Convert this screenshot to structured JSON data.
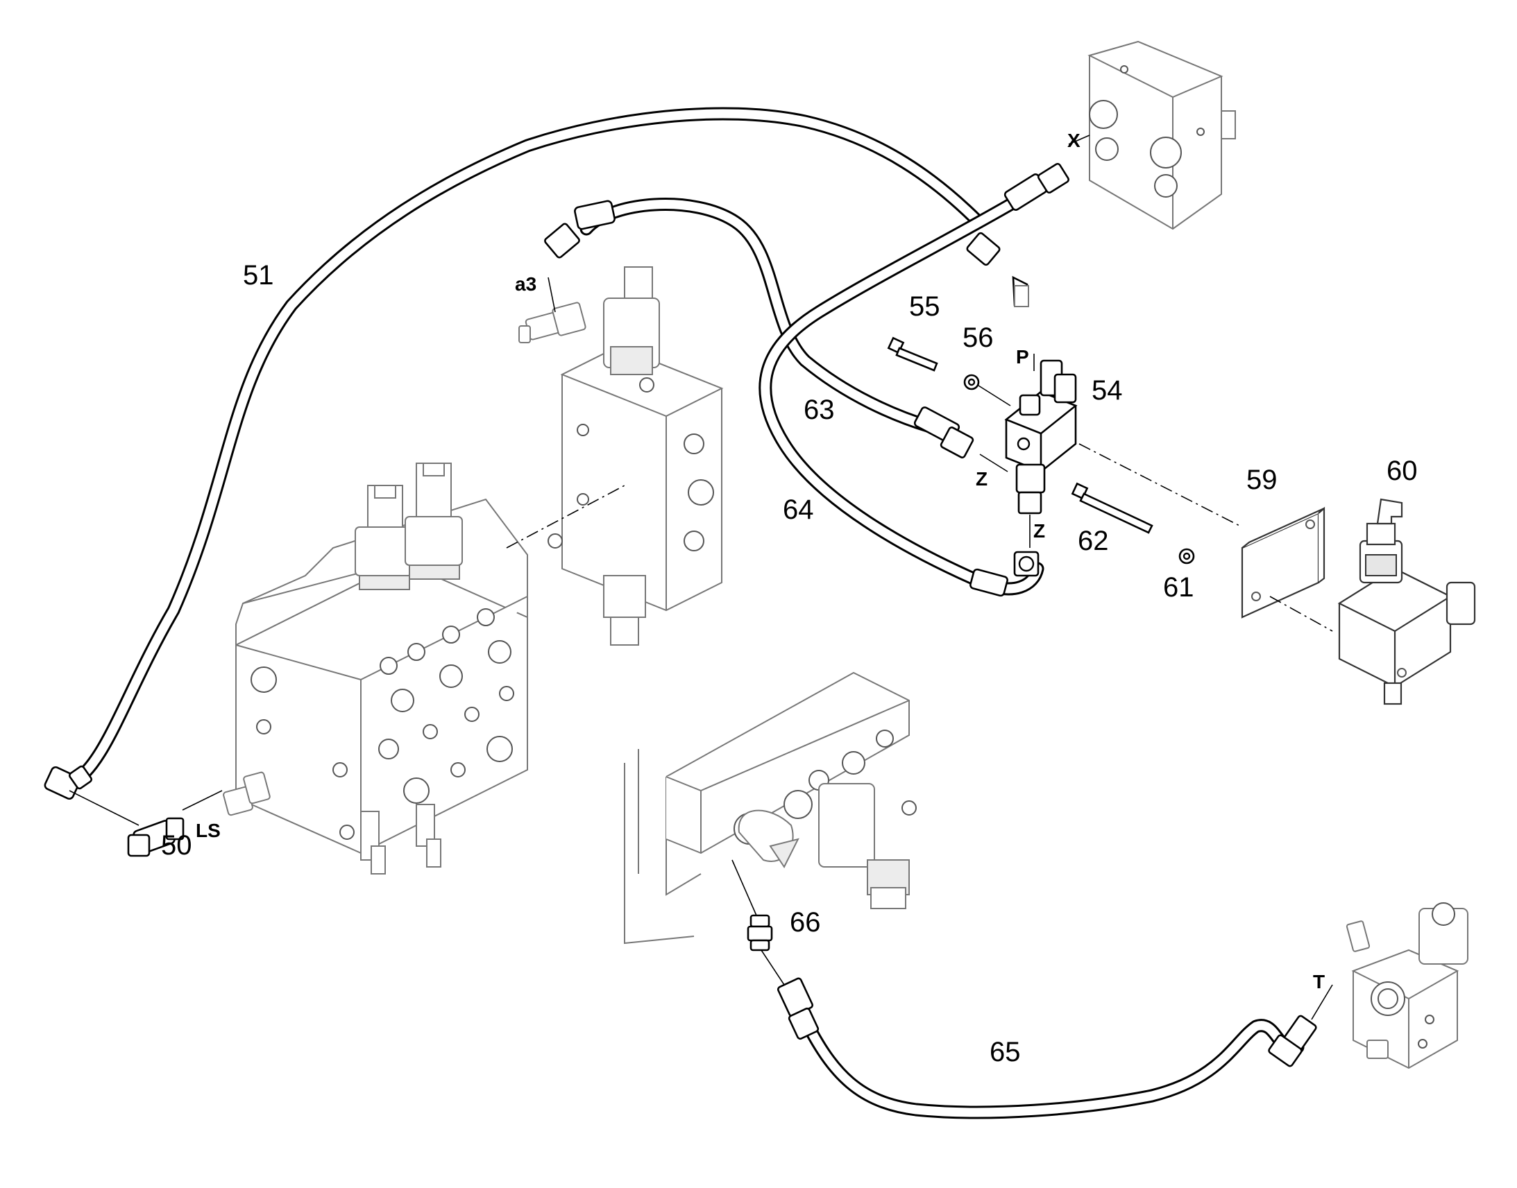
{
  "part_numbers": {
    "p50": "50",
    "p51": "51",
    "p54": "54",
    "p55": "55",
    "p56": "56",
    "p59": "59",
    "p60": "60",
    "p61": "61",
    "p62": "62",
    "p63": "63",
    "p64": "64",
    "p65": "65",
    "p66": "66"
  },
  "port_labels": {
    "a3": "a3",
    "x": "X",
    "p": "P",
    "z1": "Z",
    "z2": "Z",
    "ls": "LS",
    "t": "T"
  }
}
